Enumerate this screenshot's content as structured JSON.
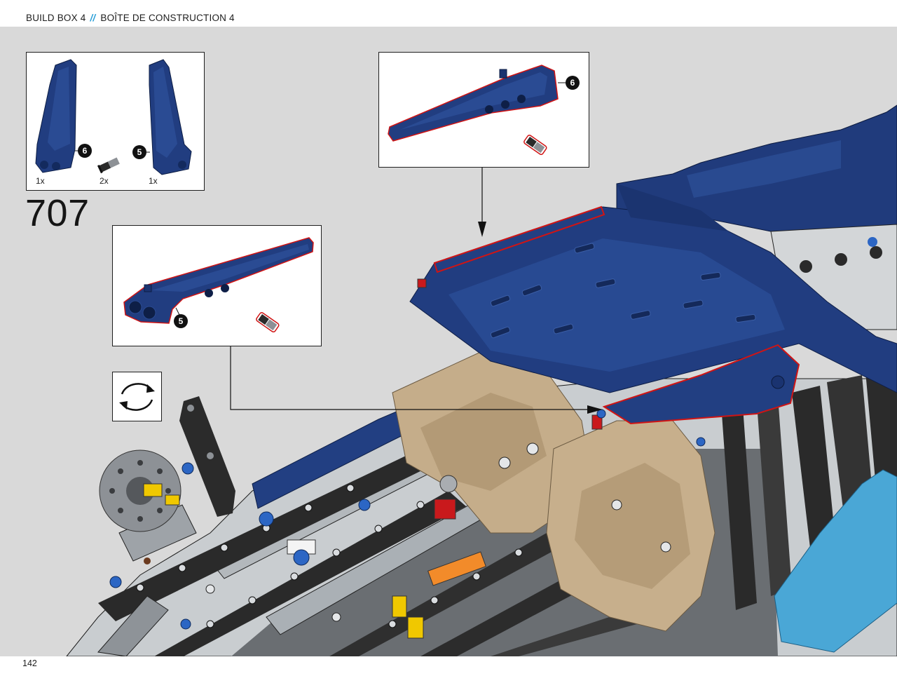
{
  "header": {
    "build_box": "BUILD BOX 4",
    "separator": "//",
    "build_box_fr": "BOÎTE DE CONSTRUCTION 4"
  },
  "step": {
    "number": "707"
  },
  "parts_list": {
    "items": [
      {
        "qty": "1x",
        "callout": "6",
        "icon": "dark-blue-panel-icon"
      },
      {
        "qty": "2x",
        "icon": "connector-pin-icon"
      },
      {
        "qty": "1x",
        "callout": "5",
        "icon": "dark-blue-panel-icon"
      }
    ]
  },
  "subassembly_top": {
    "callout": "6"
  },
  "subassembly_left": {
    "callout": "5"
  },
  "rotate_icon": "rotate-model-icon",
  "page": {
    "number": "142"
  },
  "colors": {
    "accent": "#2a9fd8",
    "page_background": "#d9d9d9",
    "brick_dark_blue": "#213d80",
    "highlight_red": "#d01414"
  }
}
